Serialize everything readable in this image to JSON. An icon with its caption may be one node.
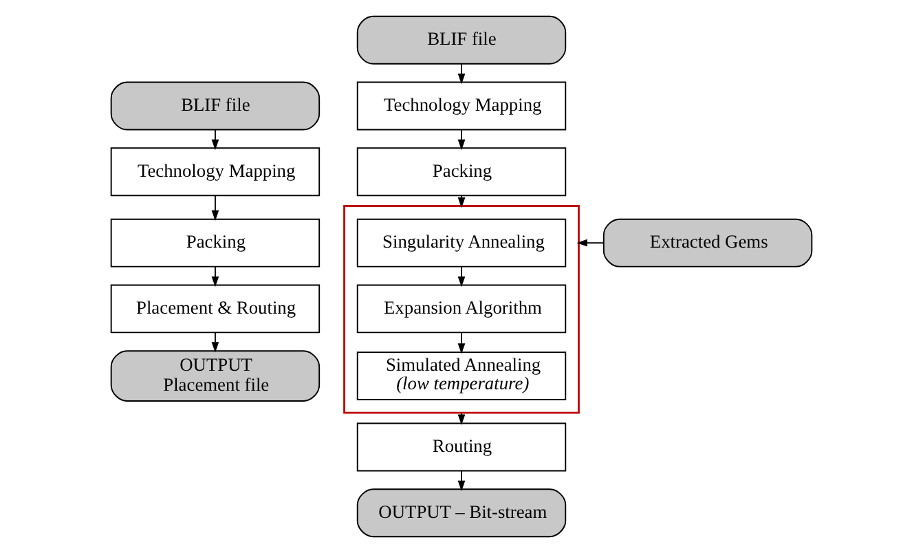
{
  "diagram": {
    "nodes": [
      {
        "text": [
          "BLIF file"
        ]
      },
      {
        "text": [
          "Technology Mapping"
        ]
      },
      {
        "text": [
          "Packing"
        ]
      },
      {
        "text": [
          "Placement & Routing"
        ]
      },
      {
        "text": [
          "OUTPUT",
          "Placement file"
        ]
      },
      {
        "text": [
          "BLIF file"
        ]
      },
      {
        "text": [
          "Technology Mapping"
        ]
      },
      {
        "text": [
          "Packing"
        ]
      },
      {
        "text": [],
        "shape": "box"
      },
      {
        "text": [
          "Singularity Annealing"
        ],
        "in": 8
      },
      {
        "text": [
          "Expansion Algorithm"
        ],
        "in": 8
      },
      {
        "text": [
          "Simulated Annealing",
          "(low temperature)"
        ],
        "in": 8
      },
      {
        "text": [
          "Routing"
        ]
      },
      {
        "text": [
          "OUTPUT – Bit-stream"
        ]
      },
      {
        "text": [
          "Extracted Gems"
        ]
      }
    ],
    "edges": [
      {
        "from": 0,
        "to": 1,
        "arrow": "to"
      },
      {
        "from": 1,
        "to": 2,
        "arrow": "to"
      },
      {
        "from": 2,
        "to": 3,
        "arrow": "to"
      },
      {
        "from": 3,
        "to": 4,
        "arrow": "to"
      },
      {
        "from": 5,
        "to": 6,
        "arrow": "to"
      },
      {
        "from": 6,
        "to": 7,
        "arrow": "to"
      },
      {
        "from": 7,
        "to": 8,
        "arrow": "to"
      },
      {
        "from": 9,
        "to": 10,
        "arrow": "to"
      },
      {
        "from": 10,
        "to": 11,
        "arrow": "to"
      },
      {
        "from": 8,
        "to": 12,
        "arrow": "to"
      },
      {
        "from": 12,
        "to": 13,
        "arrow": "to"
      },
      {
        "from": 14,
        "to": 8,
        "arrow": "to"
      }
    ]
  }
}
